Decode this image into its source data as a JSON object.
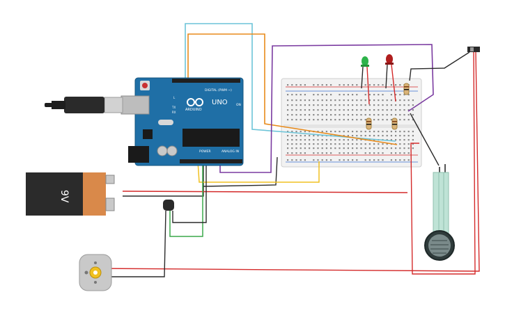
{
  "arduino": {
    "brand": "ARDUINO",
    "model": "UNO",
    "digital_label": "DIGITAL (PWM ~)",
    "power_label": "POWER",
    "analog_label": "ANALOG IN",
    "on_label": "ON",
    "tx_label": "TX",
    "rx_label": "RX",
    "l_label": "L",
    "board_color": "#1f6fa6"
  },
  "battery": {
    "label": "9V",
    "body_color": "#2b2b2b",
    "cap_color": "#d9894a"
  },
  "components": {
    "usb_cable": "usb-cable",
    "breadboard": "breadboard",
    "led_green": "#2db34a",
    "led_red": "#b01e1e",
    "transistor": "npn-transistor",
    "motor": "dc-motor",
    "fsr": "force-sensitive-resistor",
    "switch": "slide-switch"
  },
  "wire_colors": {
    "cyan": "#6cc4d8",
    "orange": "#e88a1a",
    "purple": "#7a3aa0",
    "red": "#d42a2a",
    "black": "#2a2a2a",
    "green": "#3aa84a",
    "yellow": "#f0c020"
  }
}
